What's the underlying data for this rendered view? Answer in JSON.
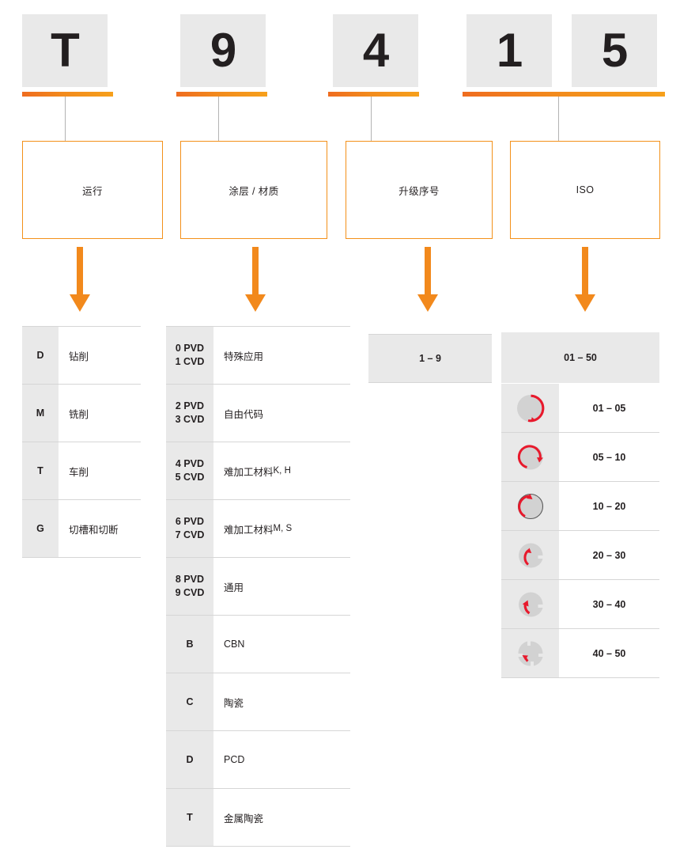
{
  "header": {
    "code_tiles": [
      {
        "char": "T",
        "group": "operation"
      },
      {
        "char": "9",
        "group": "coating"
      },
      {
        "char": "4",
        "group": "upgrade"
      },
      {
        "char": "1",
        "group": "iso"
      },
      {
        "char": "5",
        "group": "iso"
      }
    ]
  },
  "categories": [
    {
      "label": "运行"
    },
    {
      "label": "涂层 / 材质"
    },
    {
      "label": "升级序号"
    },
    {
      "label": "ISO"
    }
  ],
  "operation_table": {
    "rows": [
      {
        "key": "D",
        "value": "钻削"
      },
      {
        "key": "M",
        "value": "铣削"
      },
      {
        "key": "T",
        "value": "车削"
      },
      {
        "key": "G",
        "value": "切槽和切断"
      }
    ]
  },
  "coating_table": {
    "rows": [
      {
        "key1": "0 PVD",
        "key2": "1 CVD",
        "value": "特殊应用",
        "sub": ""
      },
      {
        "key1": "2 PVD",
        "key2": "3 CVD",
        "value": "自由代码",
        "sub": ""
      },
      {
        "key1": "4 PVD",
        "key2": "5 CVD",
        "value": "难加工材料 ",
        "sub": "K, H"
      },
      {
        "key1": "6 PVD",
        "key2": "7 CVD",
        "value": "难加工材料 ",
        "sub": "M, S"
      },
      {
        "key1": "8 PVD",
        "key2": "9 CVD",
        "value": "通用",
        "sub": ""
      },
      {
        "key1": "B",
        "key2": "",
        "value": "CBN",
        "sub": ""
      },
      {
        "key1": "C",
        "key2": "",
        "value": "陶瓷",
        "sub": ""
      },
      {
        "key1": "D",
        "key2": "",
        "value": "PCD",
        "sub": ""
      },
      {
        "key1": "T",
        "key2": "",
        "value": "金属陶瓷",
        "sub": ""
      }
    ]
  },
  "upgrade_band": {
    "label": "1 – 9"
  },
  "iso_table": {
    "header": "01 – 50",
    "rows": [
      {
        "icon": "wear-gauge-01-05",
        "label": "01 – 05"
      },
      {
        "icon": "wear-gauge-05-10",
        "label": "05 – 10"
      },
      {
        "icon": "wear-gauge-10-20",
        "label": "10 – 20"
      },
      {
        "icon": "wear-gauge-20-30",
        "label": "20 – 30"
      },
      {
        "icon": "wear-gauge-30-40",
        "label": "30 – 40"
      },
      {
        "icon": "wear-gauge-40-50",
        "label": "40 – 50"
      }
    ]
  },
  "colors": {
    "accent_orange": "#f2891c",
    "accent_orange_dark": "#ef6c1f",
    "tile_grey": "#e9e9e9",
    "rule_grey": "#d6d6d6",
    "icon_red": "#e8192c",
    "icon_disc": "#d2d2d2",
    "text": "#231f20"
  }
}
